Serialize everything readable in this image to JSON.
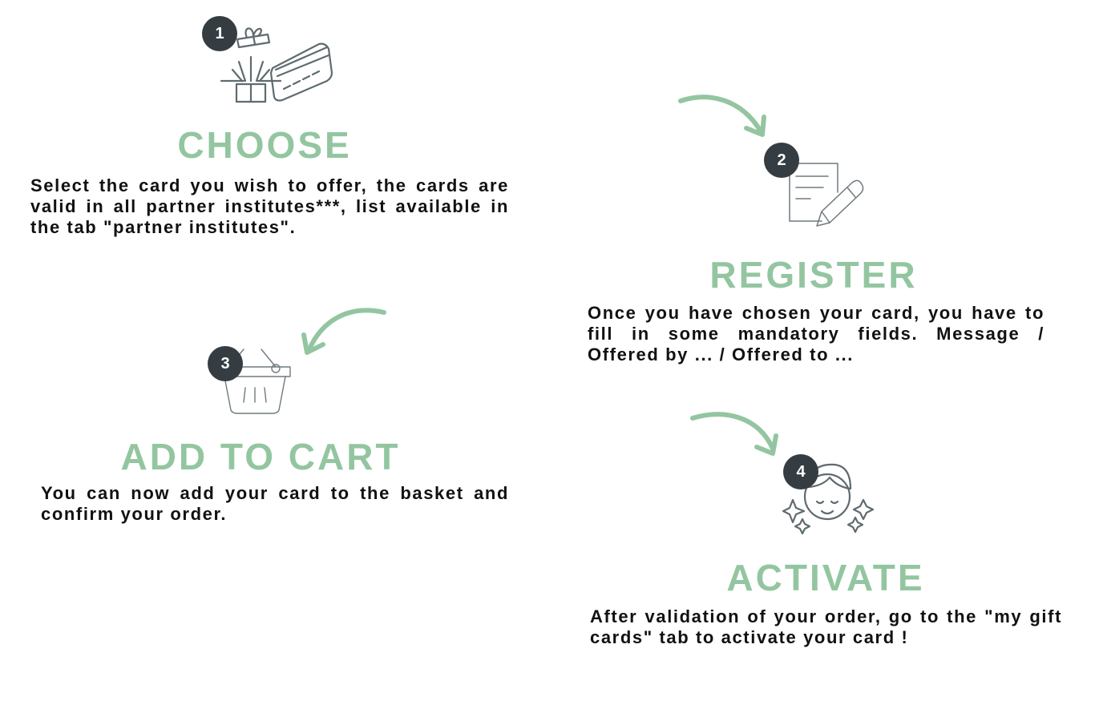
{
  "accent_color": "#93c6a0",
  "badge_color": "#353d42",
  "steps": [
    {
      "number": "1",
      "title": "CHOOSE",
      "text": "Select the card you wish to offer, the cards are valid in all partner institutes***, list available in the tab \"partner institutes\".",
      "icon": "gift-card-icon"
    },
    {
      "number": "2",
      "title": "REGISTER",
      "text": "Once you have chosen your card, you have to fill in some mandatory fields. Message / Offered by ... / Offered to ...",
      "icon": "document-pencil-icon"
    },
    {
      "number": "3",
      "title": "ADD TO CART",
      "text": "You can now add your card to the basket and confirm your order.",
      "icon": "basket-icon"
    },
    {
      "number": "4",
      "title": "ACTIVATE",
      "text": "After validation of your order, go to the \"my gift cards\" tab to activate your card !",
      "icon": "happy-face-sparkles-icon"
    }
  ]
}
